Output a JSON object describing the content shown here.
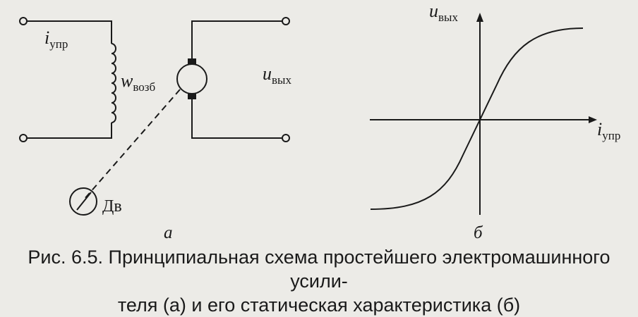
{
  "diagram_a": {
    "label_control_current": {
      "main": "i",
      "sub": "упр"
    },
    "label_field_winding": {
      "main": "w",
      "sub": "возб"
    },
    "label_output_voltage": {
      "main": "u",
      "sub": "вых"
    },
    "label_motor": "Дв",
    "panel_letter": "а"
  },
  "diagram_b": {
    "y_axis_label": {
      "main": "u",
      "sub": "вых"
    },
    "x_axis_label": {
      "main": "i",
      "sub": "упр"
    },
    "panel_letter": "б"
  },
  "caption": {
    "line1": "Рис. 6.5. Принципиальная схема простейшего электромашинного усили-",
    "line2": "теля (а) и его статическая характеристика (б)"
  },
  "colors": {
    "ink": "#1a1a1a",
    "paper": "#ecebe7"
  }
}
